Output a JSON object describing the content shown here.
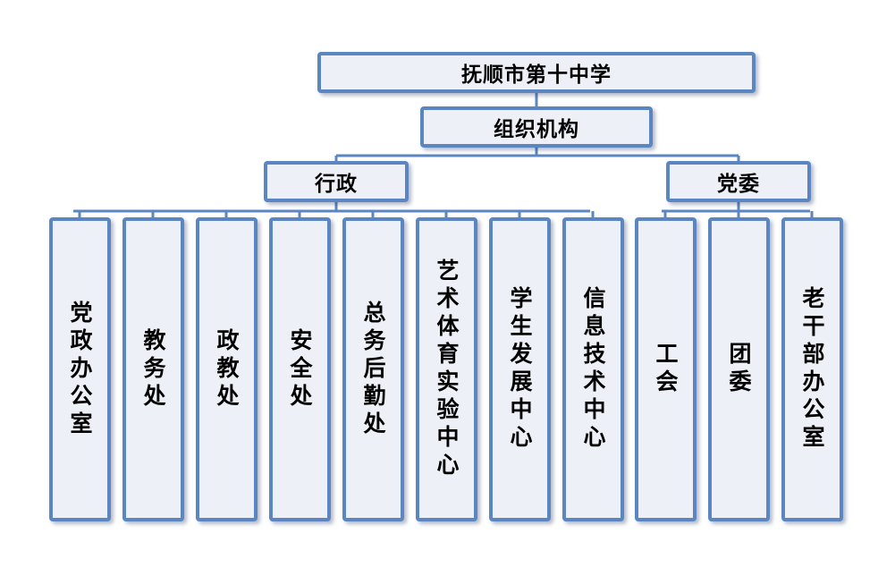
{
  "root": "抚顺市第十中学",
  "org": "组织机构",
  "admin": {
    "label": "行政",
    "departments": [
      "党政办公室",
      "教务处",
      "政教处",
      "安全处",
      "总务后勤处",
      "艺术体育实验中心",
      "学生发展中心",
      "信息技术中心"
    ]
  },
  "party": {
    "label": "党委",
    "departments": [
      "工会",
      "团委",
      "老干部办公室"
    ]
  },
  "colors": {
    "border": "#5b86c2",
    "fill": "#eef0f8",
    "line": "#5b86c2"
  }
}
